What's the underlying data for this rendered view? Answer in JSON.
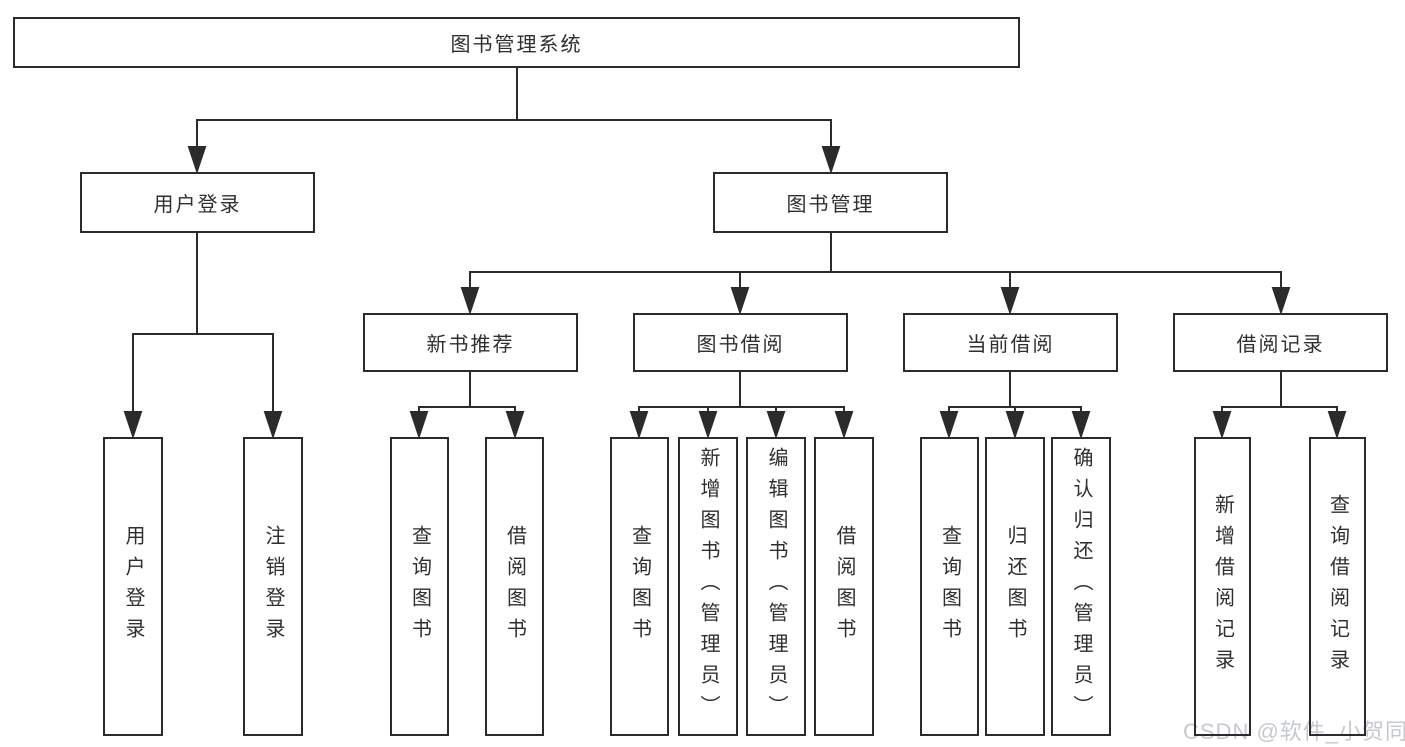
{
  "diagram": {
    "root": {
      "label": "图书管理系统"
    },
    "branches": [
      {
        "label": "用户登录",
        "children": [
          {
            "label": "用户登录"
          },
          {
            "label": "注销登录"
          }
        ]
      },
      {
        "label": "图书管理",
        "children": [
          {
            "label": "新书推荐",
            "children": [
              {
                "label": "查询图书"
              },
              {
                "label": "借阅图书"
              }
            ]
          },
          {
            "label": "图书借阅",
            "children": [
              {
                "label": "查询图书"
              },
              {
                "label": "新增图书（管理员）"
              },
              {
                "label": "编辑图书（管理员）"
              },
              {
                "label": "借阅图书"
              }
            ]
          },
          {
            "label": "当前借阅",
            "children": [
              {
                "label": "查询图书"
              },
              {
                "label": "归还图书"
              },
              {
                "label": "确认归还（管理员）"
              }
            ]
          },
          {
            "label": "借阅记录",
            "children": [
              {
                "label": "新增借阅记录"
              },
              {
                "label": "查询借阅记录"
              }
            ]
          }
        ]
      }
    ]
  },
  "watermark": {
    "text": "CSDN @软件_小贺同学",
    "color": "#c6c9d0"
  },
  "colors": {
    "line": "#2b2b2b",
    "text": "#2f2f2f",
    "background": "#ffffff"
  }
}
